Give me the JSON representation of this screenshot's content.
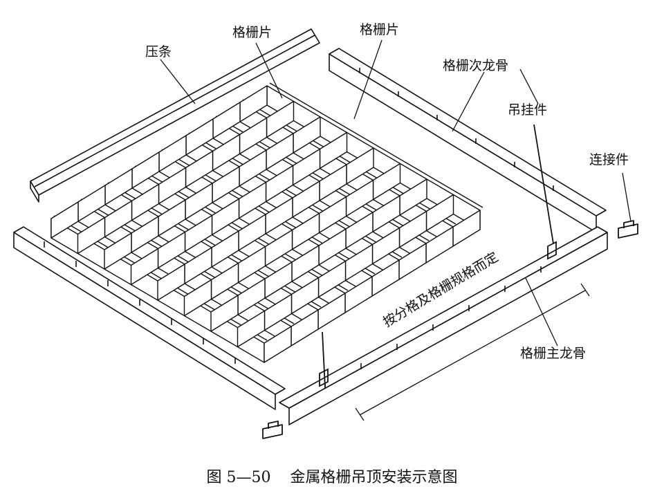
{
  "labels": {
    "pressing_strip": "压条",
    "grille_piece_1": "格栅片",
    "grille_piece_2": "格栅片",
    "secondary_keel": "格栅次龙骨",
    "hanger": "吊挂件",
    "connector": "连接件",
    "main_keel": "格栅主龙骨",
    "dimension_note": "按分格及格栅规格而定"
  },
  "caption": {
    "figure_number": "图 5—50",
    "title": "金属格栅吊顶安装示意图"
  },
  "colors": {
    "ink": "#111111",
    "background": "#ffffff"
  }
}
